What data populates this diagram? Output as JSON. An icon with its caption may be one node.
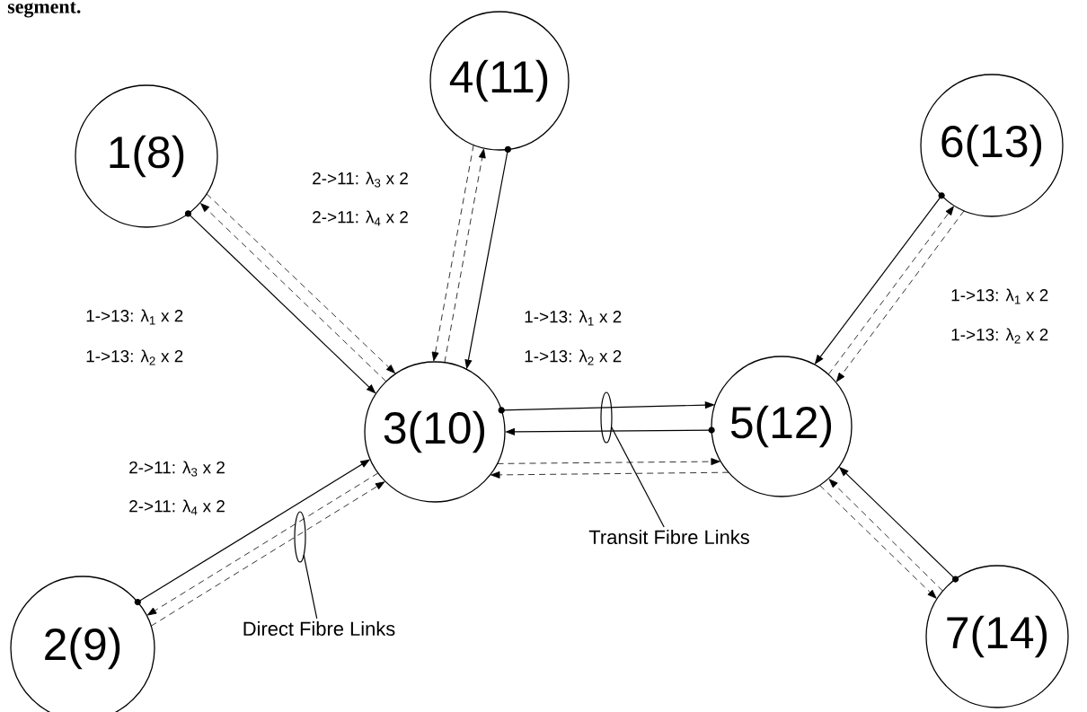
{
  "diagram": {
    "nodes": [
      {
        "text": [
          "1(8)"
        ]
      },
      {
        "text": [
          "2(9)"
        ]
      },
      {
        "text": [
          "3(10)"
        ]
      },
      {
        "text": [
          "4(11)"
        ]
      },
      {
        "text": [
          "5(12)"
        ]
      },
      {
        "text": [
          "6(13)"
        ]
      },
      {
        "text": [
          "7(14)"
        ]
      },
      {
        "text": [
          "Direct Fibre Links"
        ]
      },
      {
        "text": [],
        "shape": "ellipse"
      },
      {
        "text": [
          "Transit Fibre Links"
        ]
      },
      {
        "text": [],
        "shape": "ellipse"
      }
    ],
    "edges": [
      {
        "from": 0,
        "to": 2,
        "arrow": "to"
      },
      {
        "from": 3,
        "to": 2,
        "arrow": "to"
      },
      {
        "from": 1,
        "to": 2,
        "arrow": "to"
      },
      {
        "from": 2,
        "to": 4,
        "arrow": "to"
      },
      {
        "from": 4,
        "to": 2,
        "arrow": "to"
      },
      {
        "from": 5,
        "to": 4,
        "arrow": "to"
      },
      {
        "from": 6,
        "to": 4,
        "arrow": "to"
      },
      {
        "from": 2,
        "to": 0,
        "arrow": "to",
        "style": "dashed"
      },
      {
        "from": 0,
        "to": 2,
        "arrow": "to",
        "style": "dashed"
      },
      {
        "from": 2,
        "to": 3,
        "arrow": "to",
        "style": "dashed"
      },
      {
        "from": 3,
        "to": 2,
        "arrow": "to",
        "style": "dashed"
      },
      {
        "from": 2,
        "to": 1,
        "arrow": "to",
        "style": "dashed"
      },
      {
        "from": 1,
        "to": 2,
        "arrow": "to",
        "style": "dashed"
      },
      {
        "from": 2,
        "to": 4,
        "arrow": "to",
        "style": "dashed"
      },
      {
        "from": 4,
        "to": 2,
        "arrow": "to",
        "style": "dashed"
      },
      {
        "from": 4,
        "to": 5,
        "arrow": "to",
        "style": "dashed"
      },
      {
        "from": 5,
        "to": 4,
        "arrow": "to",
        "style": "dashed"
      },
      {
        "from": 6,
        "to": 4,
        "arrow": "to",
        "style": "dashed"
      },
      {
        "from": 4,
        "to": 6,
        "arrow": "to",
        "style": "dashed"
      },
      {
        "from": 7,
        "to": 8,
        "arrow": "none"
      },
      {
        "from": 9,
        "to": 10,
        "arrow": "none"
      }
    ],
    "labels": [
      "segment.",
      "2->11: λ$_{3}$ x 2",
      "2->11: λ$_{4}$ x 2",
      "1->13: λ$_{1}$ x 2",
      "1->13: λ$_{2}$ x 2",
      "1->13: λ$_{1}$ x 2",
      "1->13: λ$_{2}$ x 2",
      "1->13: λ$_{1}$ x 2",
      "1->13: λ$_{2}$ x 2",
      "2->11: λ$_{3}$ x 2",
      "2->11: λ$_{4}$ x 2"
    ]
  }
}
